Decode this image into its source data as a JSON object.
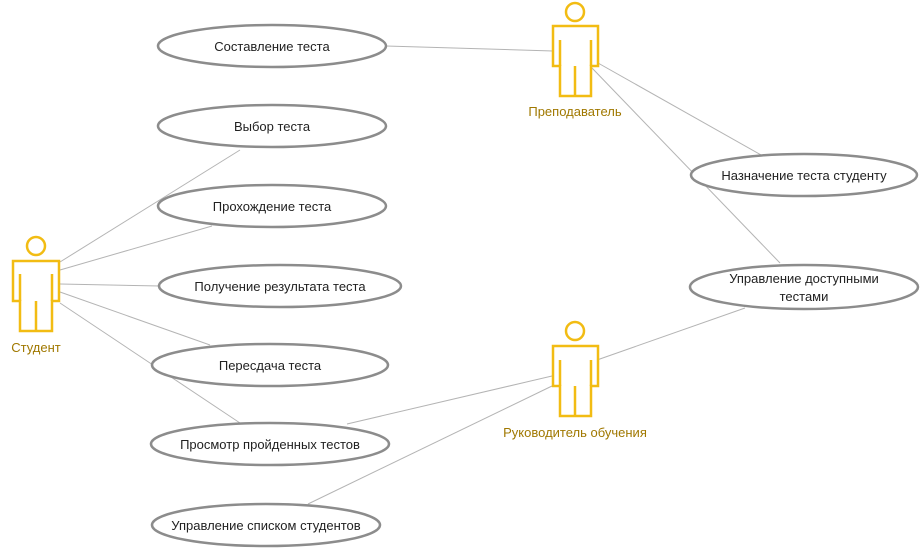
{
  "use_cases": {
    "sostavlenie": "Составление теста",
    "vybor": "Выбор теста",
    "prohozhdenie": "Прохождение теста",
    "poluchenie": "Получение результата теста",
    "peresdacha": "Пересдача теста",
    "prosmotr": "Просмотр пройденных тестов",
    "upr_spiskom": "Управление списком студентов",
    "naznachenie": "Назначение теста студенту",
    "upr_dostupnymi_line1": "Управление доступными",
    "upr_dostupnymi_line2": "тестами"
  },
  "actors": {
    "student": "Студент",
    "teacher": "Преподаватель",
    "head": "Руководитель обучения"
  },
  "colors": {
    "actor": "#f2bc13",
    "actor_label": "#a07800",
    "use_case_border": "#8c8c8c",
    "association_line": "#b4b4b4"
  }
}
